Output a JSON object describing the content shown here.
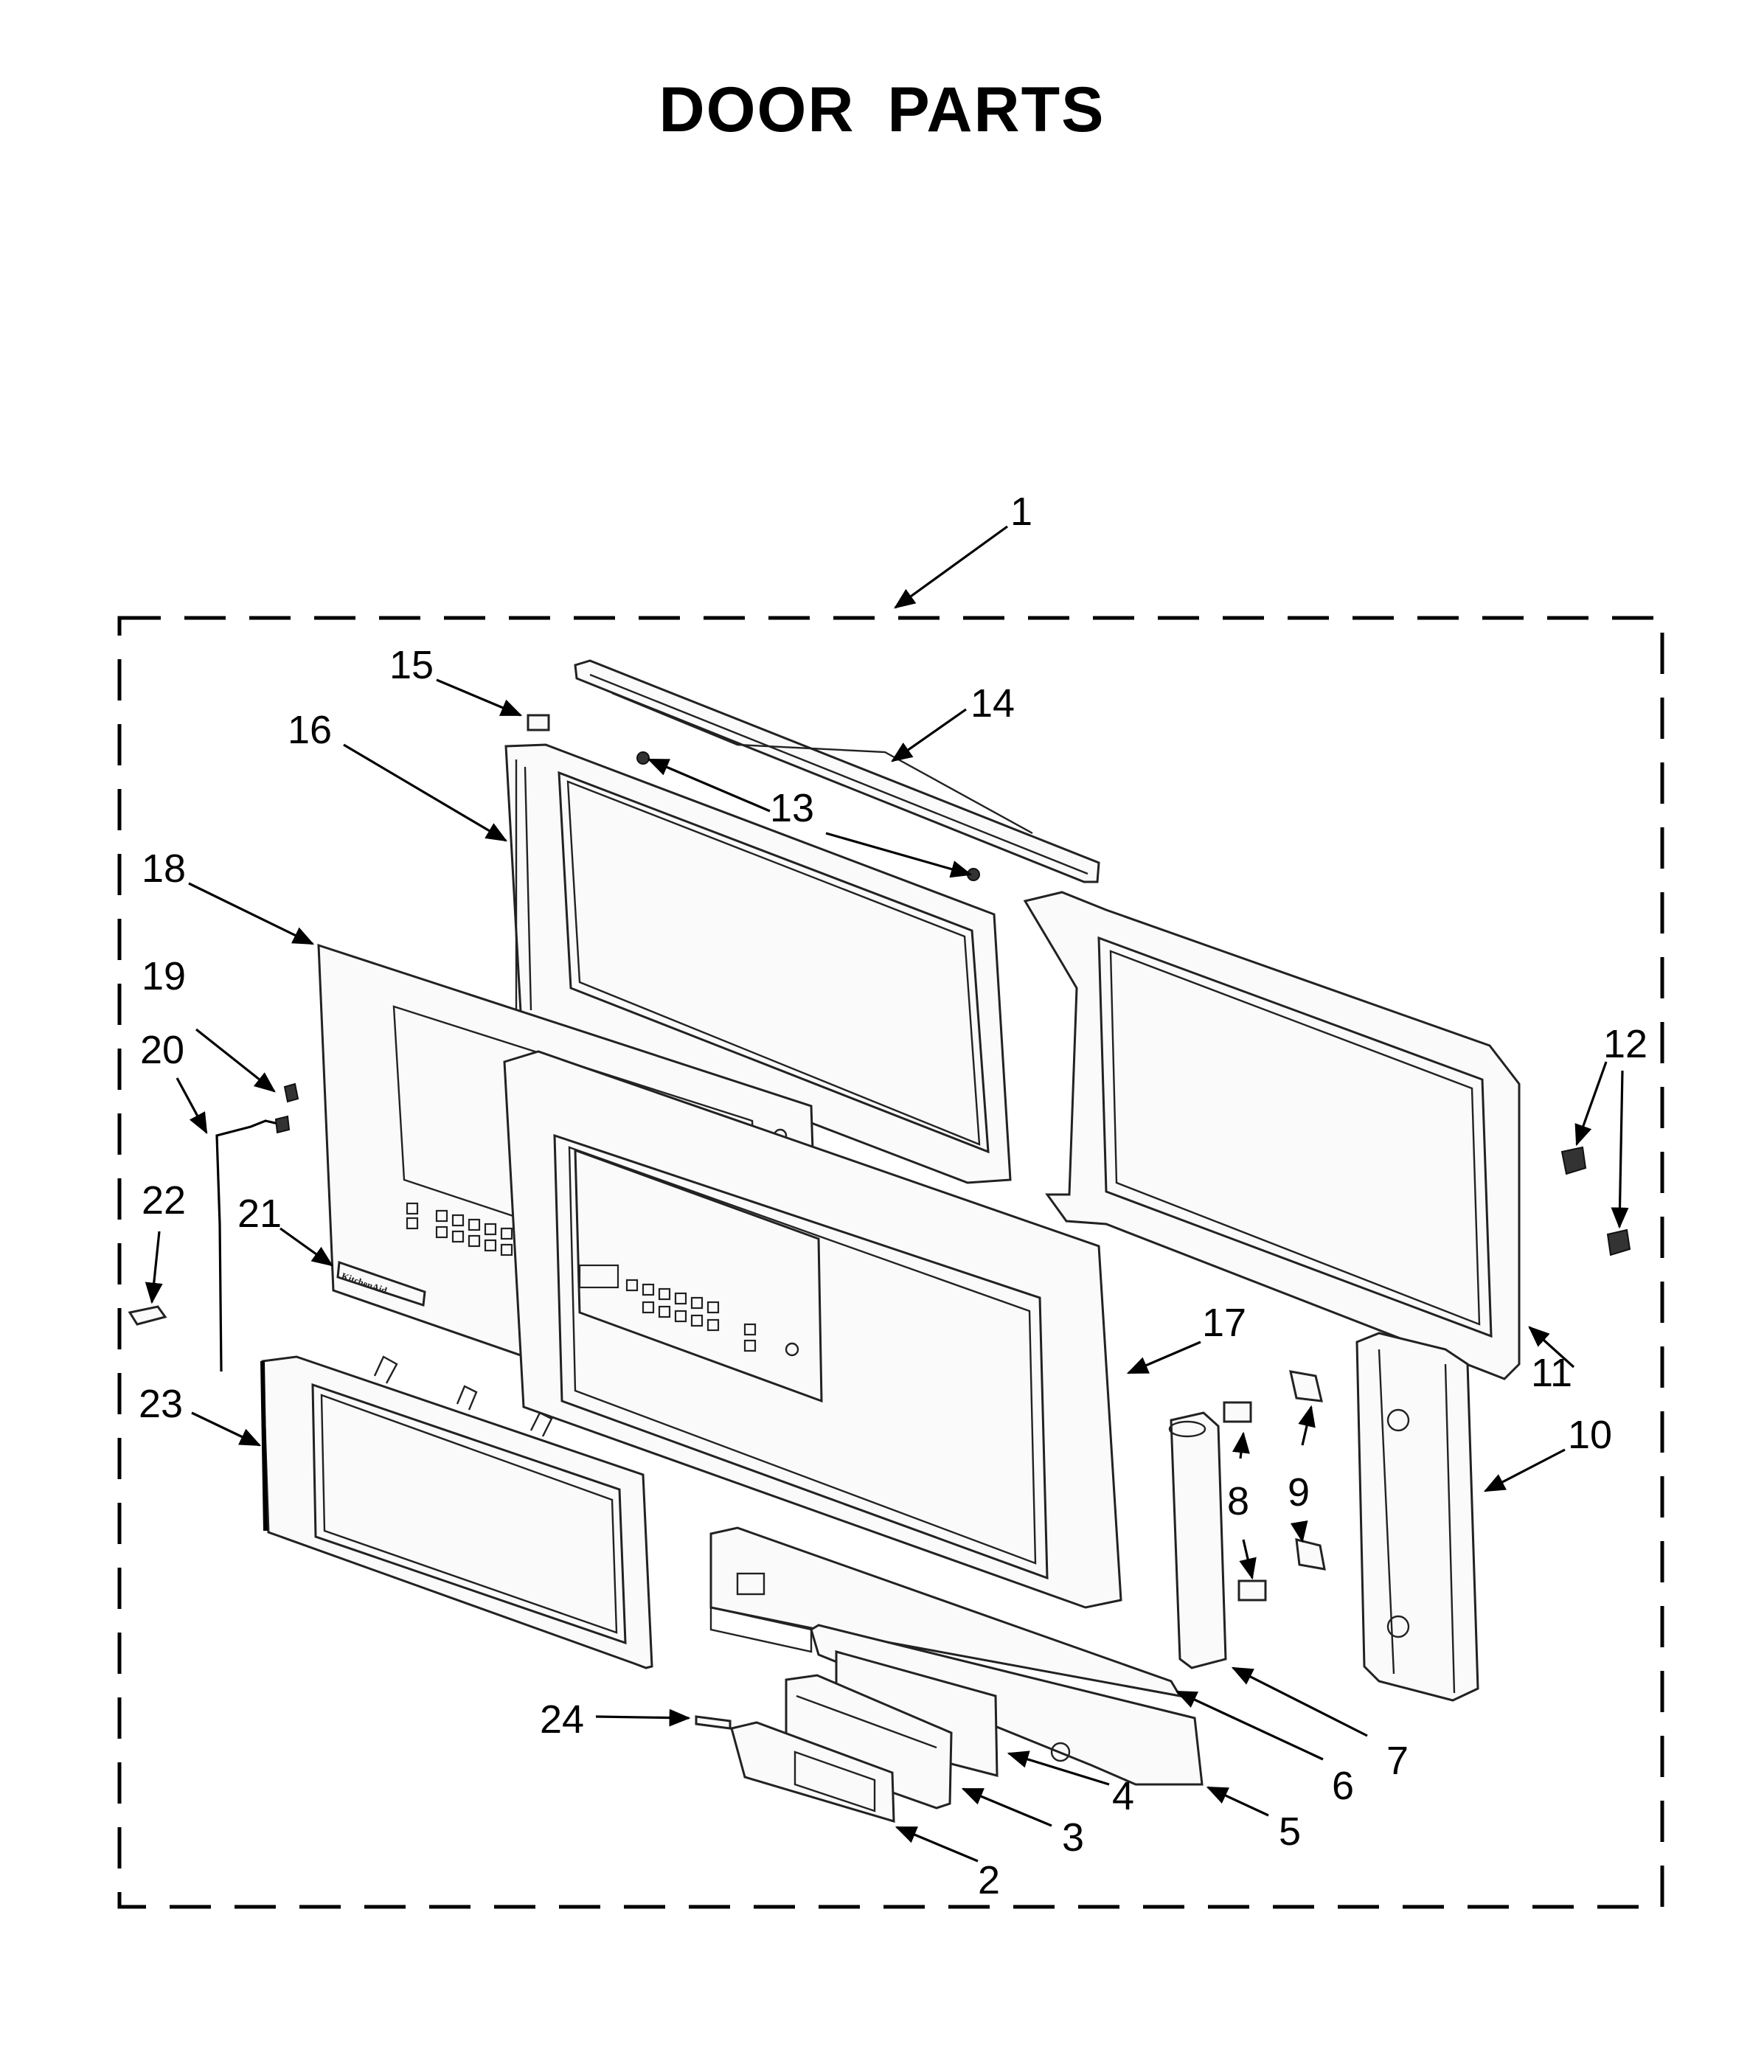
{
  "title": "DOOR PARTS",
  "callouts": {
    "c1": "1",
    "c2": "2",
    "c3": "3",
    "c4": "4",
    "c5": "5",
    "c6": "6",
    "c7": "7",
    "c8": "8",
    "c9": "9",
    "c10": "10",
    "c11": "11",
    "c12": "12",
    "c13": "13",
    "c14": "14",
    "c15": "15",
    "c16": "16",
    "c17": "17",
    "c18": "18",
    "c19": "19",
    "c20": "20",
    "c21": "21",
    "c22": "22",
    "c23": "23",
    "c24": "24"
  },
  "badge_logo_text": "KitchenAid"
}
